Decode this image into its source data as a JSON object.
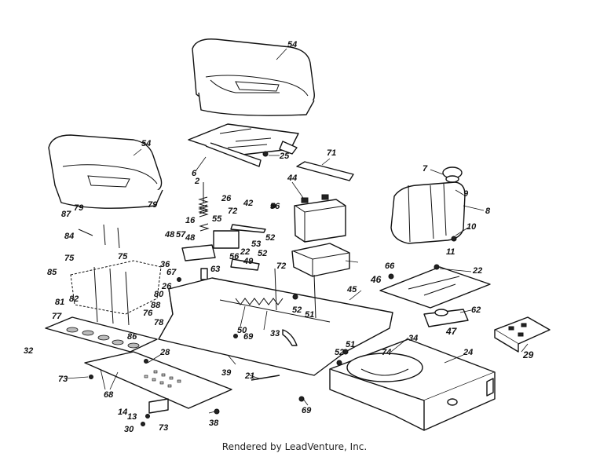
{
  "footer_text": "Rendered by LeadVenture, Inc.",
  "callouts": [
    "54",
    "54",
    "6",
    "25",
    "71",
    "44",
    "7",
    "9",
    "8",
    "10",
    "11",
    "2",
    "26",
    "16",
    "55",
    "72",
    "42",
    "56",
    "52",
    "48",
    "57",
    "48",
    "53",
    "22",
    "36",
    "56",
    "49",
    "52",
    "72",
    "67",
    "63",
    "66",
    "22",
    "46",
    "26",
    "79",
    "79",
    "87",
    "84",
    "75",
    "75",
    "85",
    "82",
    "81",
    "80",
    "88",
    "77",
    "76",
    "78",
    "86",
    "45",
    "52",
    "51",
    "62",
    "47",
    "29",
    "32",
    "50",
    "33",
    "28",
    "69",
    "39",
    "21",
    "51",
    "52",
    "34",
    "24",
    "74",
    "73",
    "68",
    "14",
    "13",
    "30",
    "73",
    "38",
    "69"
  ],
  "colors": {
    "ink": "#111111",
    "paper": "#ffffff",
    "shade": "#d9d9d9"
  }
}
